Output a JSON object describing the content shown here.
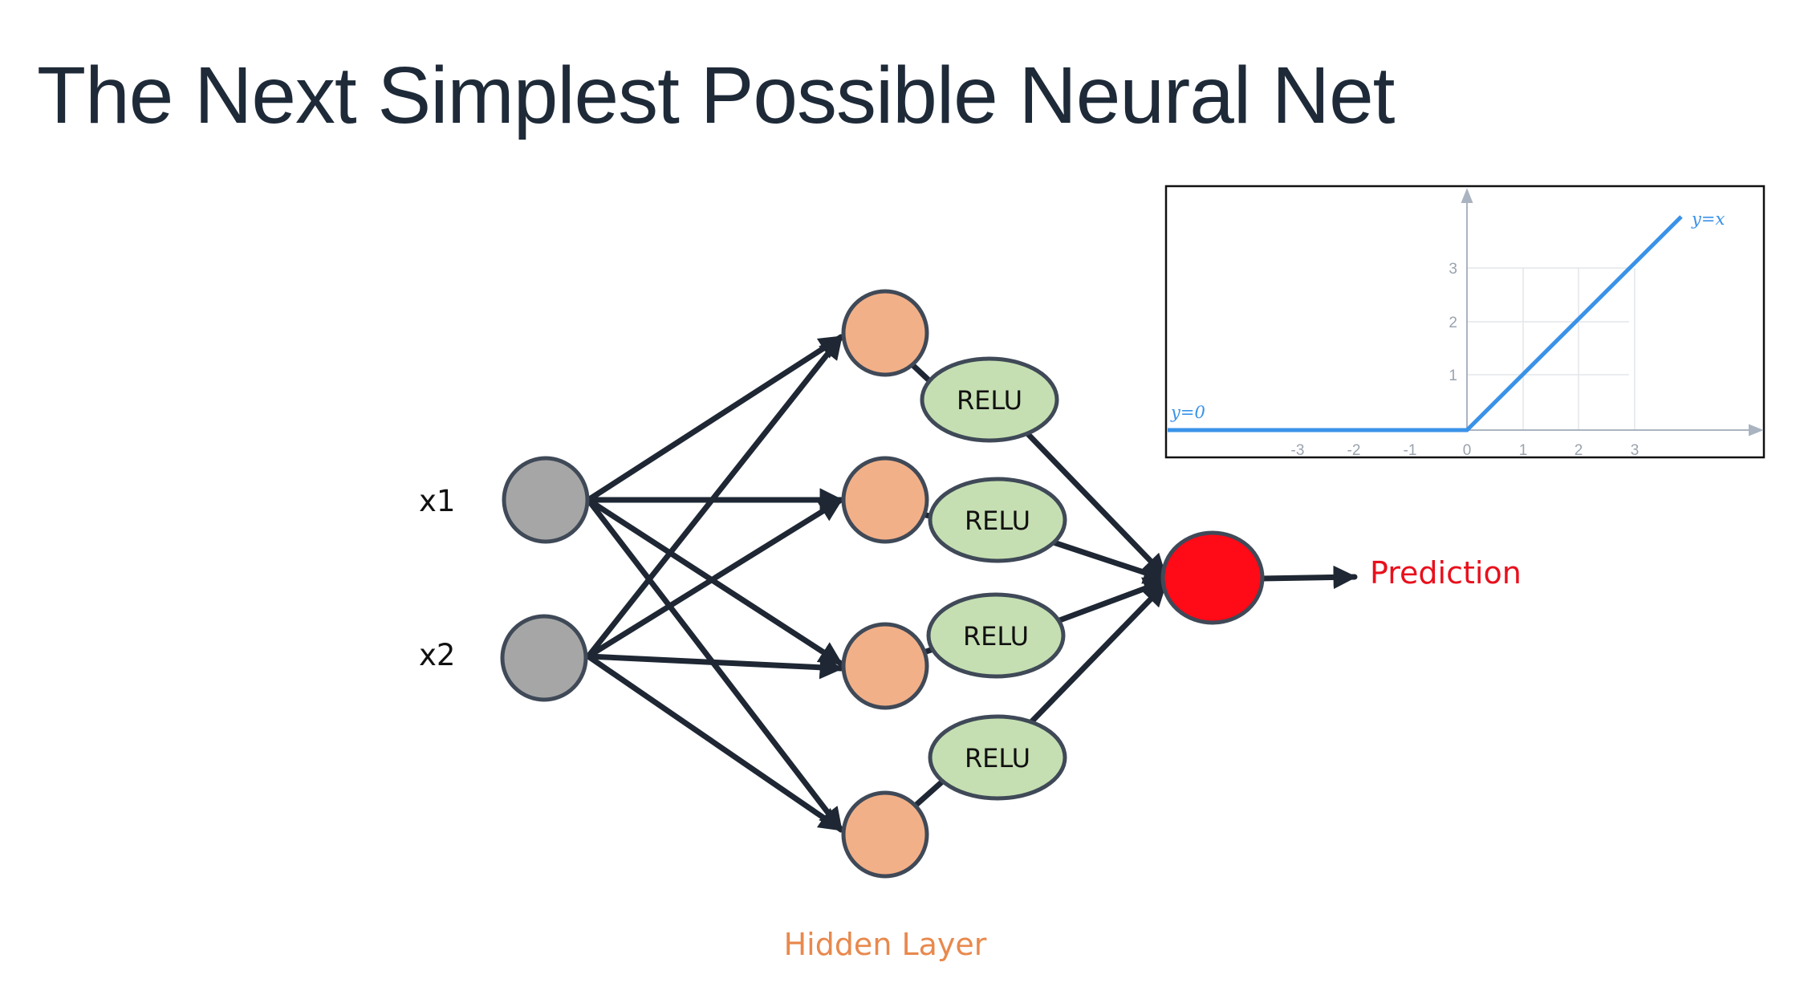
{
  "title": "The Next Simplest Possible Neural Net",
  "inputs": [
    "x1",
    "x2"
  ],
  "activation_label": "RELU",
  "hidden_layer_label": "Hidden Layer",
  "output_label": "Prediction",
  "colors": {
    "input_node": "#a6a6a6",
    "hidden_node": "#f2b088",
    "relu_node": "#c5dfb2",
    "output_node": "#ff0a17",
    "edge": "#1e2733",
    "output_text": "#e8101c",
    "hidden_text": "#e8894d",
    "relu_line": "#3a92e8"
  },
  "relu_plot": {
    "x_ticks": [
      "-3",
      "-2",
      "-1",
      "0",
      "1",
      "2",
      "3"
    ],
    "y_ticks": [
      "1",
      "2",
      "3"
    ],
    "left_annotation": "y=0",
    "right_annotation": "y=x"
  }
}
